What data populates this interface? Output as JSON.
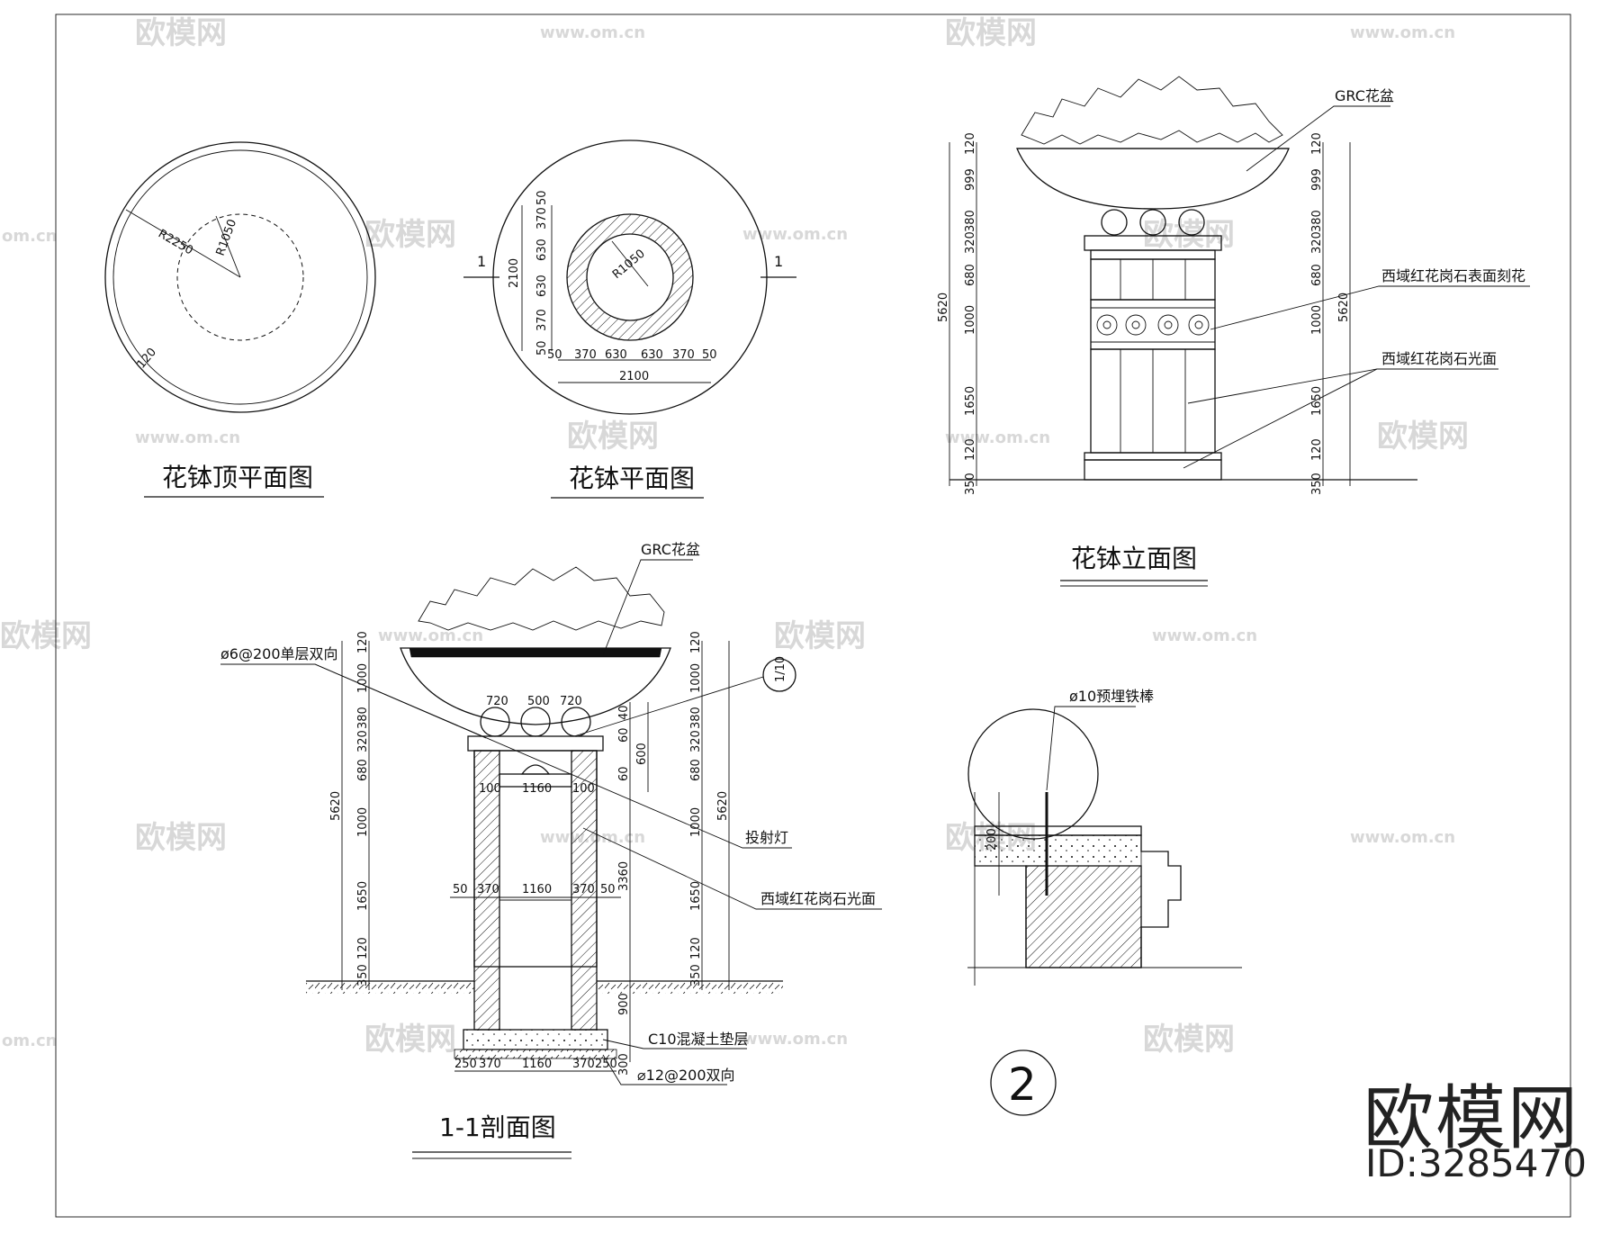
{
  "watermark": {
    "brand": "欧模网",
    "url": "www.om.cn",
    "url_short": "om.cn",
    "brand_partial": "欧模网"
  },
  "brand_block": {
    "name": "欧模网",
    "id": "ID:3285470"
  },
  "top_plan": {
    "title": "花钵顶平面图",
    "r_outer": "R2250",
    "r_inner": "R1050",
    "rim": "120"
  },
  "plan": {
    "title": "花钵平面图",
    "radius": "R1050",
    "section_mark_left": "1",
    "section_mark_right": "1",
    "v_dims": [
      "50",
      "370",
      "630",
      "630",
      "370",
      "50"
    ],
    "v_total": "2100",
    "h_dims": [
      "50",
      "370",
      "630",
      "630",
      "370",
      "50"
    ],
    "h_total": "2100"
  },
  "elevation": {
    "title": "花钵立面图",
    "label_grc": "GRC花盆",
    "label_carved": "西域红花岗石表面刻花",
    "label_polished": "西域红花岗石光面",
    "dims": [
      "120",
      "999",
      "380",
      "320",
      "680",
      "1000",
      "1650",
      "120",
      "350"
    ],
    "total": "5620"
  },
  "section": {
    "title": "1-1剖面图",
    "label_grc": "GRC花盆",
    "label_rebar_top": "ø6@200单层双向",
    "label_light": "投射灯",
    "label_polished": "西域红花岗石光面",
    "label_concrete": "C10混凝土垫层",
    "label_rebar_bottom": "⌀12@200双向",
    "detail_mark": "1/10",
    "top_dims": [
      "720",
      "500",
      "720"
    ],
    "inner_dims_top": [
      "100",
      "1160",
      "100"
    ],
    "inner_dims_mid": [
      "50",
      "370",
      "1160",
      "370",
      "50"
    ],
    "bottom_dims": [
      "250",
      "370",
      "1160",
      "370",
      "250"
    ],
    "left_dims": [
      "120",
      "1000",
      "380",
      "320",
      "680",
      "1000",
      "1650",
      "120",
      "350"
    ],
    "left_total": "5620",
    "right_dims": [
      "120",
      "1000",
      "380",
      "320",
      "680",
      "1000",
      "1650",
      "120",
      "350"
    ],
    "right_total": "5620",
    "light_dims": [
      "40",
      "60",
      "60",
      "600"
    ],
    "depth_dims": [
      "3360",
      "900",
      "300"
    ]
  },
  "detail": {
    "label_rod": "ø10预埋铁棒",
    "dim": "200",
    "number": "2"
  }
}
